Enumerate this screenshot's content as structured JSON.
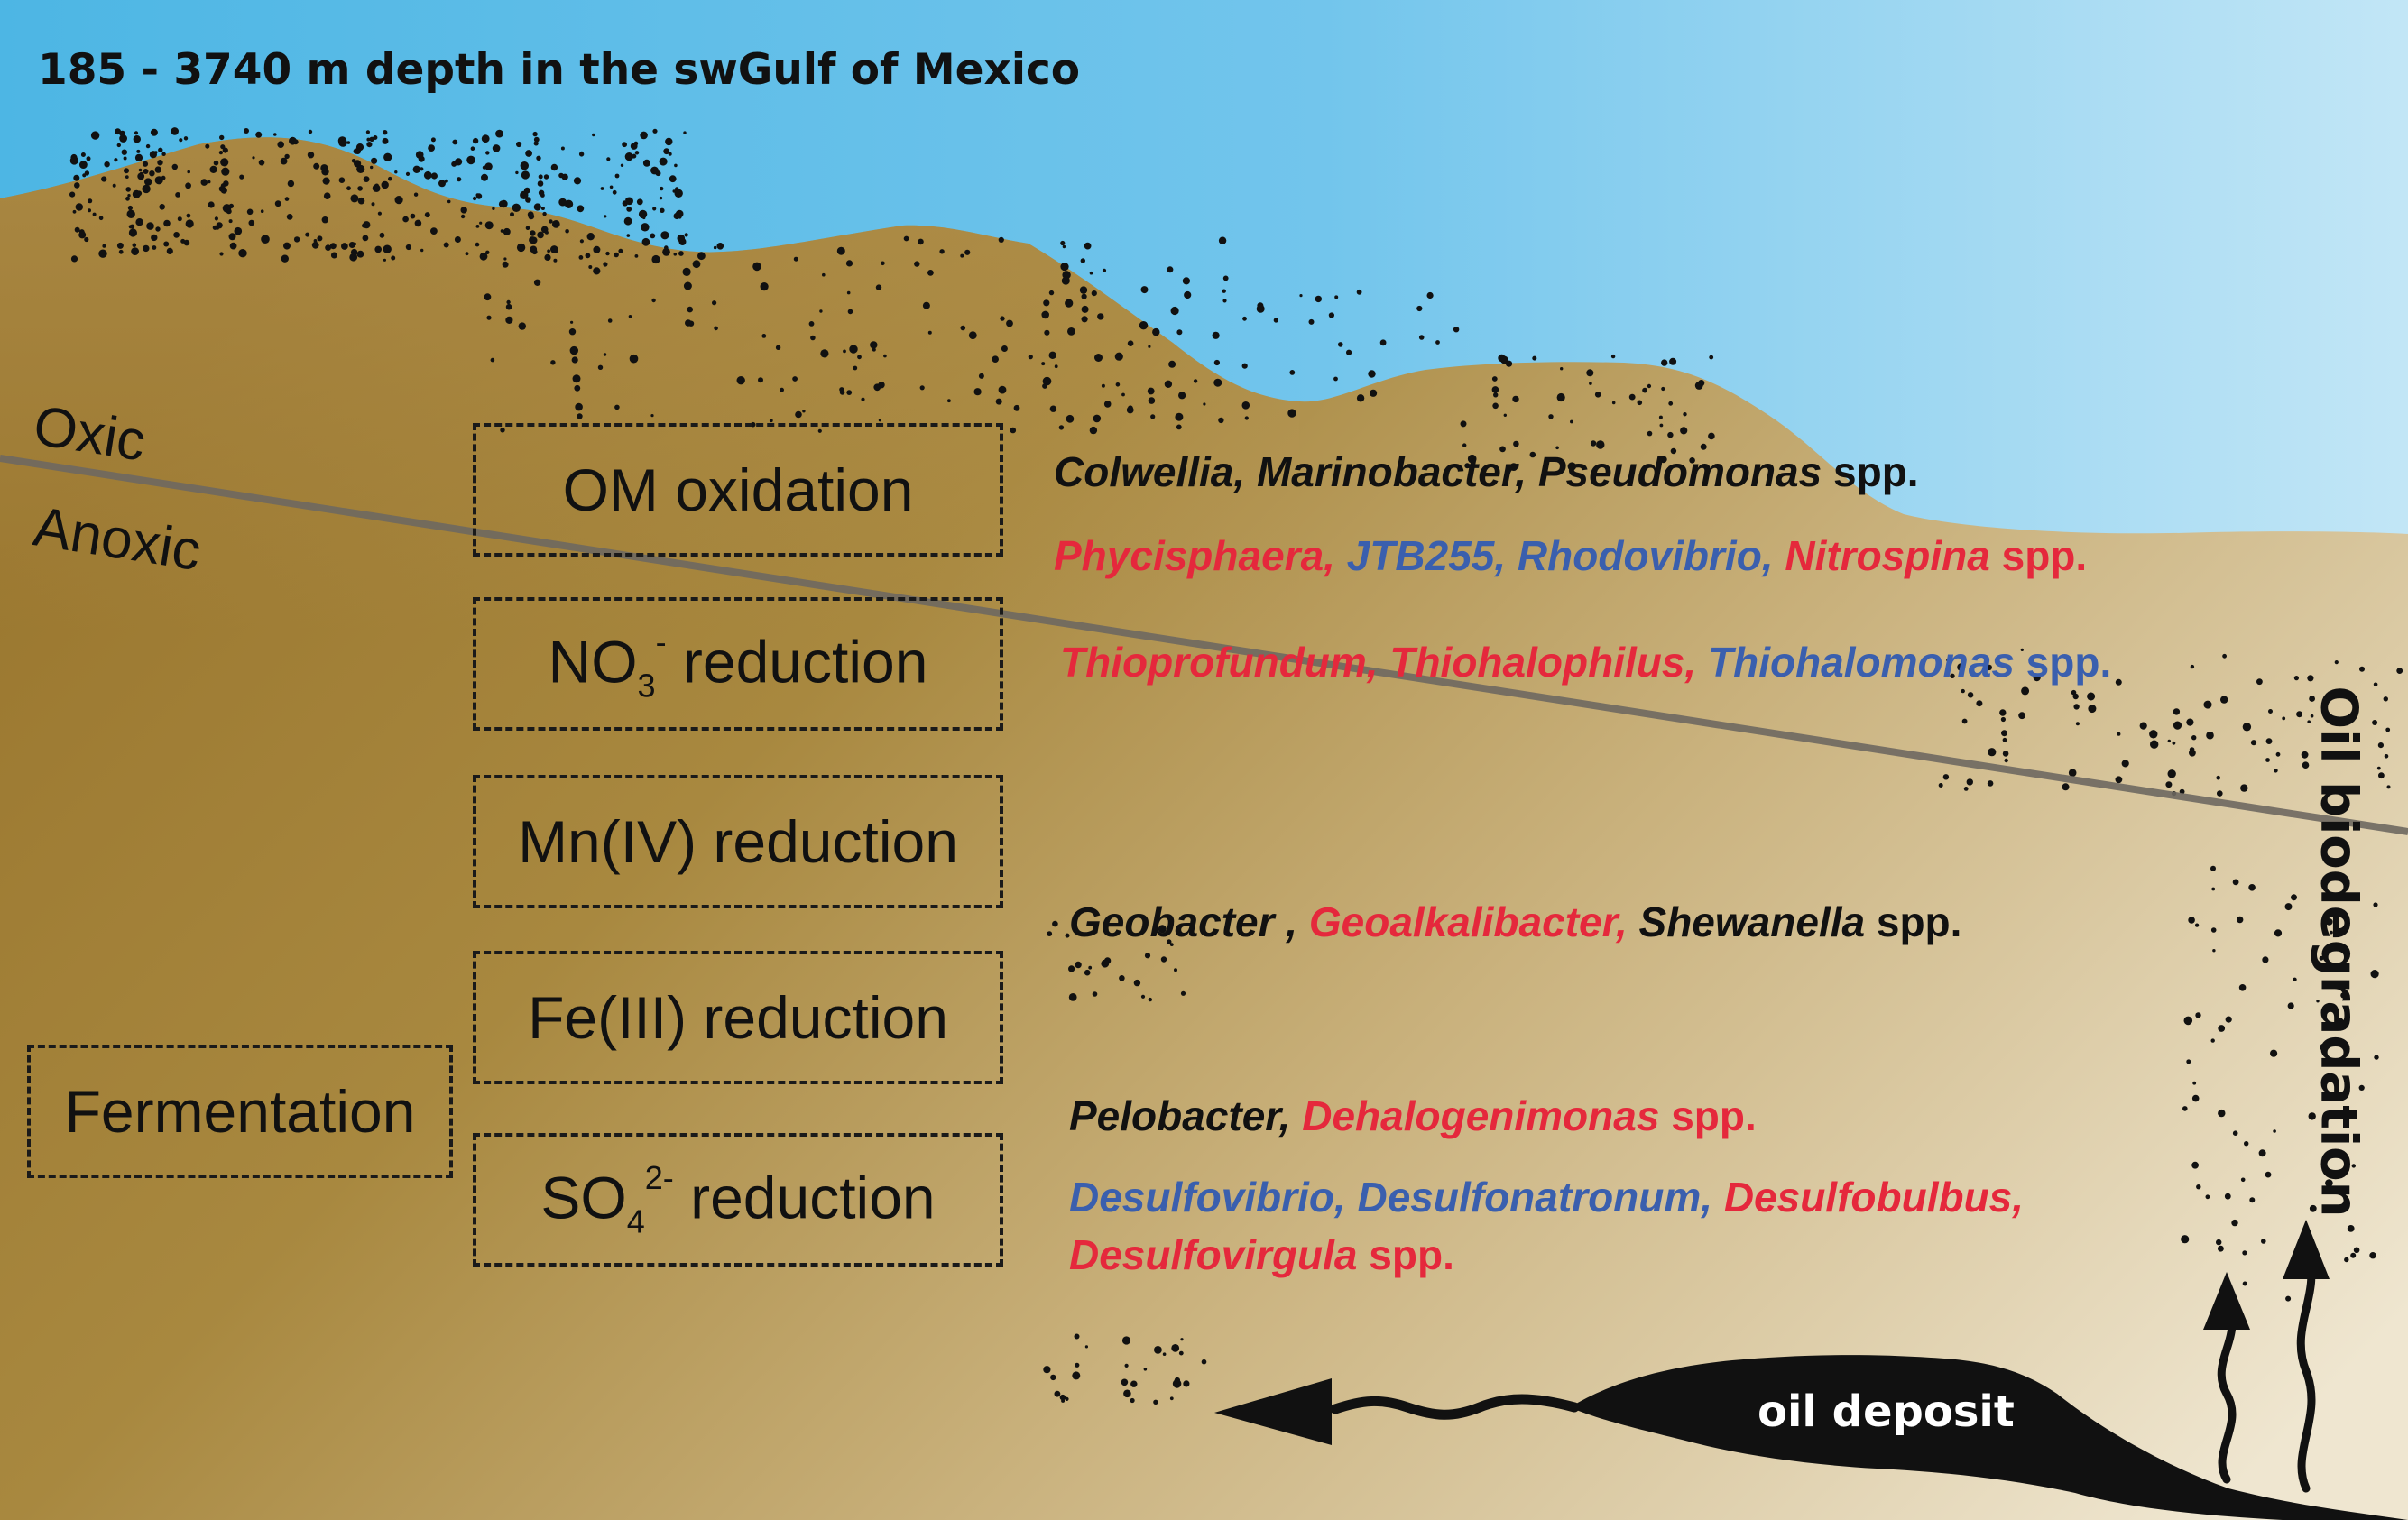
{
  "title": "185 - 3740 m depth in the swGulf of Mexico",
  "zones": {
    "oxic": "Oxic",
    "anoxic": "Anoxic"
  },
  "processes": {
    "om_oxidation": "OM oxidation",
    "no3": {
      "base": "NO",
      "sub": "3",
      "sup": "-",
      "suffix": " reduction"
    },
    "mn": "Mn(IV) reduction",
    "fe": "Fe(III) reduction",
    "so4": {
      "base": "SO",
      "sub": "4",
      "sup": "2-",
      "suffix": " reduction"
    },
    "fermentation": "Fermentation"
  },
  "organisms": {
    "row1": [
      {
        "text": "Colwellia, Marinobacter, Pseudomonas",
        "color": "black",
        "italic": true
      },
      {
        "text": " spp.",
        "color": "black",
        "italic": false
      }
    ],
    "row2": [
      {
        "text": "Phycisphaera,",
        "color": "red",
        "italic": true
      },
      {
        "text": " JTB255,",
        "color": "blue",
        "italic": true
      },
      {
        "text": " Rhodovibrio,",
        "color": "blue",
        "italic": true
      },
      {
        "text": " Nitrospina",
        "color": "red",
        "italic": true
      },
      {
        "text": " spp.",
        "color": "red",
        "italic": false
      }
    ],
    "row3": [
      {
        "text": "Thioprofundum,",
        "color": "red",
        "italic": true
      },
      {
        "text": " Thiohalophilus,",
        "color": "red",
        "italic": true
      },
      {
        "text": " Thiohalomonas",
        "color": "blue",
        "italic": true
      },
      {
        "text": " spp.",
        "color": "blue",
        "italic": false
      }
    ],
    "row4": [
      {
        "text": "Geobacter ,",
        "color": "black",
        "italic": true
      },
      {
        "text": " Geoalkalibacter,",
        "color": "red",
        "italic": true
      },
      {
        "text": " Shewanella",
        "color": "black",
        "italic": true
      },
      {
        "text": " spp.",
        "color": "black",
        "italic": false
      }
    ],
    "row5": [
      {
        "text": "Pelobacter,",
        "color": "black",
        "italic": true
      },
      {
        "text": " Dehalogenimonas",
        "color": "red",
        "italic": true
      },
      {
        "text": " spp.",
        "color": "red",
        "italic": false
      }
    ],
    "row6": [
      {
        "text": "Desulfovibrio, Desulfonatronum,",
        "color": "blue",
        "italic": true
      },
      {
        "text": " Desulfobulbus,",
        "color": "red",
        "italic": true
      }
    ],
    "row7": [
      {
        "text": "Desulfovirgula",
        "color": "red",
        "italic": true
      },
      {
        "text": " spp.",
        "color": "red",
        "italic": false
      }
    ]
  },
  "oil_deposit": "oil deposit",
  "oil_biodegradation": "Oil biodegradation",
  "colors": {
    "sea_left": "#4fb8e6",
    "sea_right": "#b8e3f6",
    "sediment_top_left": "#a7844a",
    "sediment_dark": "#9d7a30",
    "sediment_light": "#efe4cc",
    "oil": "#111111",
    "redox_line": "#6e6860",
    "black_text": "#111111",
    "red_text": "#e5283c",
    "blue_text": "#3a5fae"
  }
}
